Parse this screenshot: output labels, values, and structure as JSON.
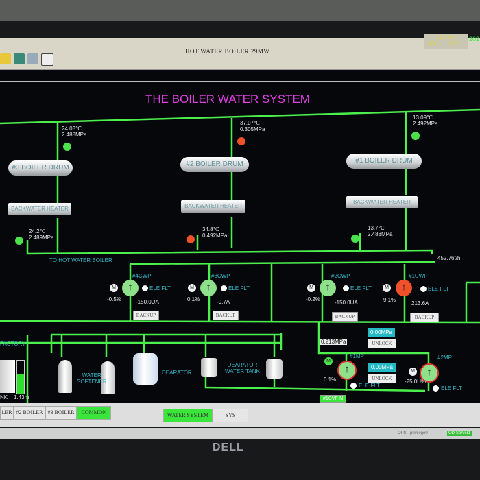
{
  "window": {
    "title": "HOT WATER BOILER 29MW",
    "alarm": "ALARM",
    "soe": "SOE",
    "dev": "DEV",
    "clock": "202"
  },
  "main": {
    "title": "THE BOILER WATER SYSTEM",
    "to_boiler": "TO HOT WATER BOILER",
    "flow": "452.76t/h"
  },
  "boilers": [
    {
      "drum": "#3 BOILER DRUM",
      "heater": "BACKWATER HEATER",
      "top_temp": "24.03℃",
      "top_press": "2.488MPa",
      "bot_temp": "24.2℃",
      "bot_press": "2.489MPa",
      "top_valve": "green",
      "bot_valve": "green"
    },
    {
      "drum": "#2 BOILER DRUM",
      "heater": "BACKWATER HEATER",
      "top_temp": "37.07℃",
      "top_press": "0.305MPa",
      "bot_temp": "34.8℃",
      "bot_press": "0.492MPa",
      "top_valve": "red",
      "bot_valve": "red"
    },
    {
      "drum": "#1 BOILER DRUM",
      "heater": "BACKWATER HEATER",
      "top_temp": "13.09℃",
      "top_press": "2.492MPa",
      "bot_temp": "13.7℃",
      "bot_press": "2.488MPa",
      "top_valve": "green",
      "bot_valve": "green"
    }
  ],
  "cwp": [
    {
      "name": "#4CWP",
      "pct": "-0.5%",
      "current": "-150.0UA",
      "fault": "ELE FLT",
      "backup": "BACKUP",
      "state": "#8ee08a"
    },
    {
      "name": "#3CWP",
      "pct": "0.1%",
      "current": "-0.7A",
      "fault": "ELE FLT",
      "backup": "BACKUP",
      "state": "#8ee08a"
    },
    {
      "name": "#2CWP",
      "pct": "-0.2%",
      "current": "-150.0UA",
      "fault": "ELE FLT",
      "backup": "BACKUP",
      "state": "#8ee08a"
    },
    {
      "name": "#1CWP",
      "pct": "9.1%",
      "current": "213.6A",
      "fault": "ELE FLT",
      "backup": "BACKUP",
      "state": "#f0502a"
    }
  ],
  "motor": "M",
  "lower": {
    "factory": "FACTORY",
    "tank": "NK",
    "level": "1.43m",
    "softener1": "WATER",
    "softener2": "SOFTENER",
    "dearator": "DEARATOR",
    "dtank1": "DEARATOR",
    "dtank2": "WATER TANK",
    "press_main": "0.213MPa",
    "press1": "0.00MPa",
    "unlock1": "UNLOCK",
    "press2": "0.00MPa",
    "unlock2": "UNLOCK",
    "cvf": "#1CVF-N",
    "mp1": {
      "name": "#1MP",
      "pct": "0.1%",
      "fault": "ELE FLT"
    },
    "mp2": {
      "name": "#2MP",
      "pct": "-25.0U%",
      "fault": "ELE FLT"
    }
  },
  "tabs": [
    "LER",
    "#2 BOILER",
    "#3 BOILER",
    "COMMON",
    "WATER SYSTEM",
    "SYS"
  ],
  "status": {
    "ops": "OPS",
    "user": "privilege0",
    "server": "OD-Server1"
  },
  "brand": "DELL"
}
